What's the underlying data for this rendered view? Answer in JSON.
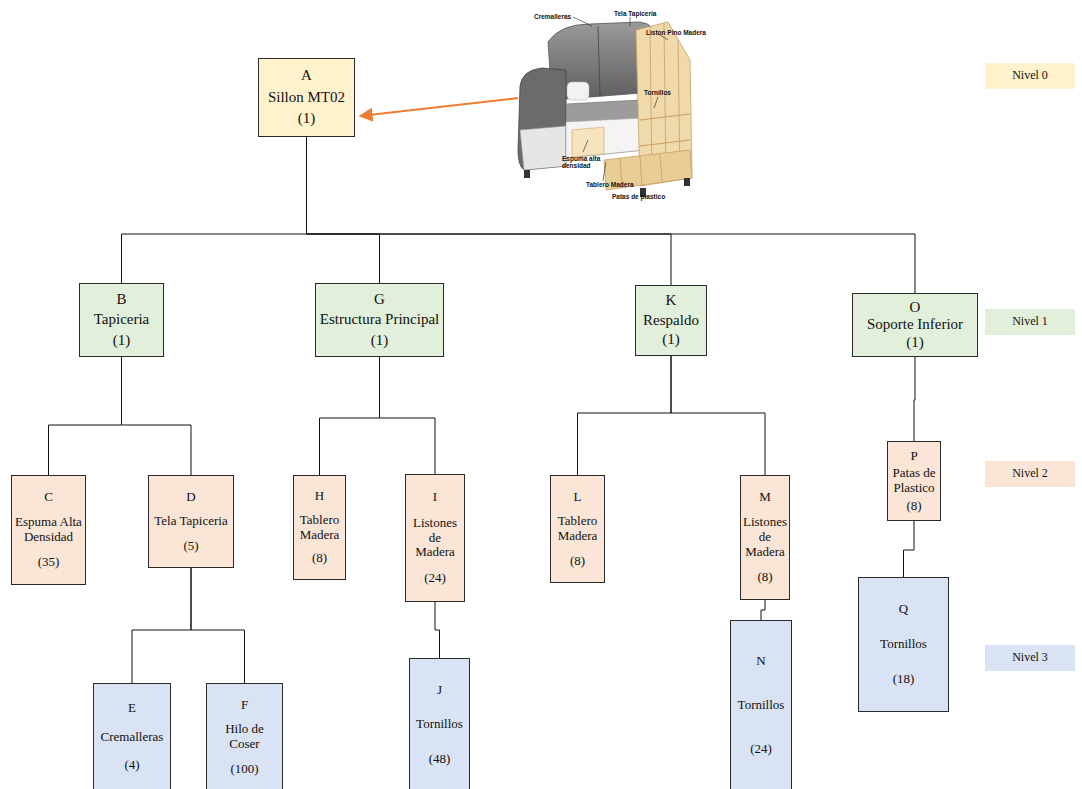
{
  "diagram": {
    "nodes": [
      {
        "text": [
          "A",
          "Sillon MT02",
          "(1)"
        ]
      },
      {
        "text": [
          "B",
          "Tapiceria",
          "(1)"
        ]
      },
      {
        "text": [
          "G",
          "Estructura Principal",
          "(1)"
        ]
      },
      {
        "text": [
          "K",
          "Respaldo",
          "(1)"
        ]
      },
      {
        "text": [
          "O",
          "Soporte Inferior",
          "(1)"
        ]
      },
      {
        "text": [
          "C",
          "Espuma Alta Densidad",
          "(35)"
        ]
      },
      {
        "text": [
          "D",
          "Tela Tapiceria",
          "(5)"
        ]
      },
      {
        "text": [
          "H",
          "Tablero Madera",
          "(8)"
        ]
      },
      {
        "text": [
          "I",
          "Listones de Madera",
          "(24)"
        ]
      },
      {
        "text": [
          "L",
          "Tablero Madera",
          "(8)"
        ]
      },
      {
        "text": [
          "M",
          "Listones de Madera",
          "(8)"
        ]
      },
      {
        "text": [
          "P",
          "Patas de Plastico",
          "(8)"
        ]
      },
      {
        "text": [
          "E",
          "Cremalleras",
          "(4)"
        ]
      },
      {
        "text": [
          "F",
          "Hilo de Coser",
          "(100)"
        ]
      },
      {
        "text": [
          "J",
          "Tornillos",
          "(48)"
        ]
      },
      {
        "text": [
          "N",
          "Tornillos",
          "(24)"
        ]
      },
      {
        "text": [
          "Q",
          "Tornillos",
          "(18)"
        ]
      },
      {
        "text": [
          "Nivel 0"
        ]
      },
      {
        "text": [
          "Nivel 1"
        ]
      },
      {
        "text": [
          "Nivel 2"
        ]
      },
      {
        "text": [
          "Nivel 3"
        ]
      }
    ],
    "edges": [
      {
        "from": 0,
        "to": 1,
        "arrow": "none"
      },
      {
        "from": 0,
        "to": 2,
        "arrow": "none"
      },
      {
        "from": 0,
        "to": 3,
        "arrow": "none"
      },
      {
        "from": 0,
        "to": 4,
        "arrow": "none"
      },
      {
        "from": 1,
        "to": 5,
        "arrow": "none"
      },
      {
        "from": 1,
        "to": 6,
        "arrow": "none"
      },
      {
        "from": 2,
        "to": 7,
        "arrow": "none"
      },
      {
        "from": 2,
        "to": 8,
        "arrow": "none"
      },
      {
        "from": 3,
        "to": 9,
        "arrow": "none"
      },
      {
        "from": 3,
        "to": 10,
        "arrow": "none"
      },
      {
        "from": 4,
        "to": 11,
        "arrow": "none"
      },
      {
        "from": 6,
        "to": 12,
        "arrow": "none"
      },
      {
        "from": 6,
        "to": 13,
        "arrow": "none"
      },
      {
        "from": 8,
        "to": 14,
        "arrow": "none"
      },
      {
        "from": 10,
        "to": 15,
        "arrow": "none"
      },
      {
        "from": 11,
        "to": 16,
        "arrow": "none"
      }
    ],
    "labels": [
      "Cremalleras",
      "Tela Tapiceria",
      "Liston Pino Madera",
      "Tornillos",
      "Espuma alta densidad",
      "Tablero Madera",
      "Patas de plastico"
    ]
  }
}
